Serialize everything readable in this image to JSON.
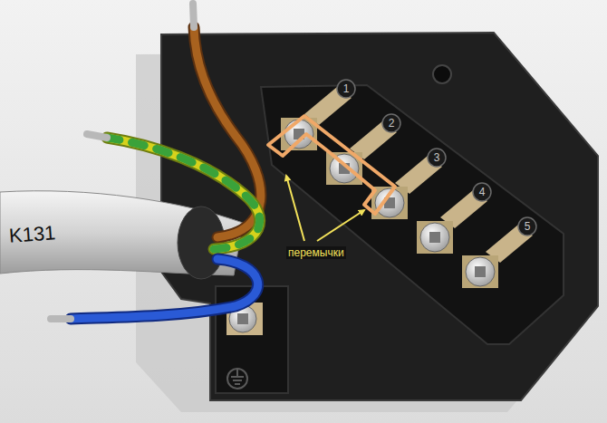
{
  "diagram": {
    "labels": [
      "K131",
      "перемычки",
      "1",
      "2",
      "3",
      "4",
      "5"
    ]
  }
}
